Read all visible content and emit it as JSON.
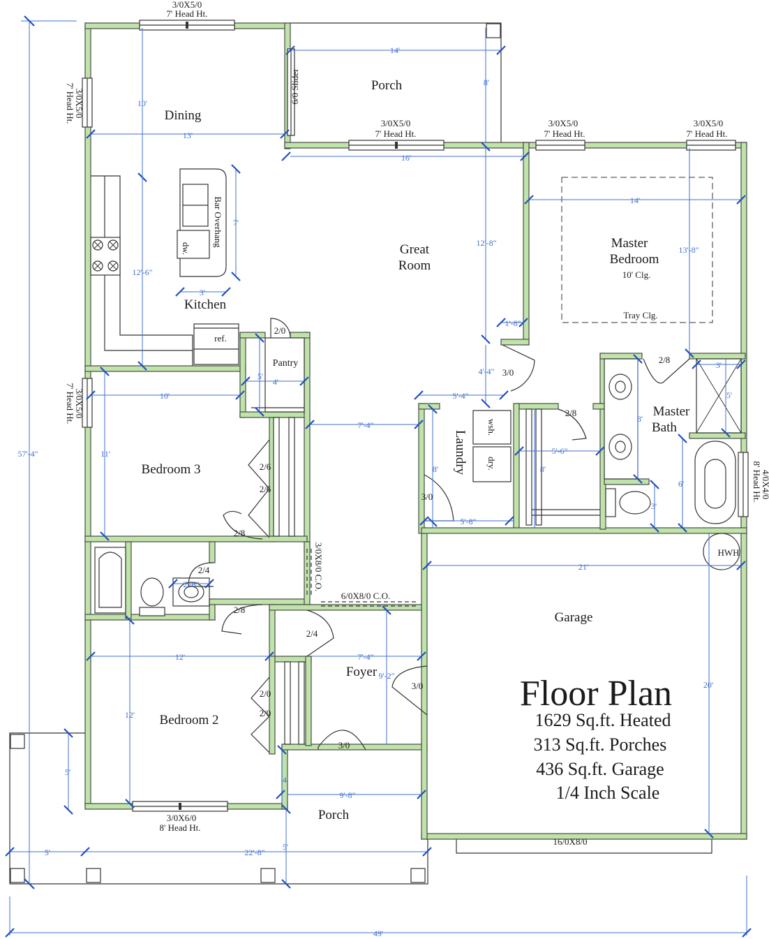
{
  "rooms": {
    "dining": "Dining",
    "porch_top": "Porch",
    "kitchen": "Kitchen",
    "great_room_1": "Great",
    "great_room_2": "Room",
    "master_bedroom_1": "Master",
    "master_bedroom_2": "Bedroom",
    "master_ceiling": "10' Clg.",
    "tray_ceiling": "Tray Clg.",
    "pantry": "Pantry",
    "bedroom3": "Bedroom 3",
    "laundry": "Laundry",
    "master_bath_1": "Master",
    "master_bath_2": "Bath",
    "garage": "Garage",
    "foyer": "Foyer",
    "bedroom2": "Bedroom 2",
    "porch_bottom": "Porch"
  },
  "fixtures": {
    "bar_overhang": "Bar Overhang",
    "dishwasher": "dw.",
    "refrigerator": "ref.",
    "washer": "wsh.",
    "dryer": "dry.",
    "water_heater": "HWH"
  },
  "windows": {
    "w_top_1": "3/0X5/0",
    "w_top_2": "7' Head Ht.",
    "w_left_1": "3/0X5/0",
    "w_left_2": "7' Head Ht.",
    "w_porch_1": "3/0X5/0",
    "w_porch_2": "7' Head Ht.",
    "w_mb1_1": "3/0X5/0",
    "w_mb1_2": "7' Head Ht.",
    "w_mb2_1": "3/0X5/0",
    "w_mb2_2": "7' Head Ht.",
    "w_br3_1": "3/0X5/0",
    "w_br3_2": "7' Head Ht.",
    "w_bath_1": "4/0X4/0",
    "w_bath_2": "8' Head Ht.",
    "w_br2_1": "3/0X6/0",
    "w_br2_2": "8' Head Ht.",
    "slider": "6/0 Slider",
    "co_vertical": "3/0X8/0 C.O.",
    "co_horizontal": "6/0X8/0 C.O.",
    "garage_door": "16/0X8/0"
  },
  "doors": {
    "pantry": "2/0",
    "great_room_exit": "3/0",
    "closet_a": "2/6",
    "closet_b": "2/6",
    "laundry_door": "2/8",
    "master_closet": "2/8",
    "master_bath": "2/8",
    "laundry_exterior": "3/0",
    "br3_door": "2/8",
    "bath_door": "2/4",
    "br2_door": "2/8",
    "foyer_closet": "2/4",
    "garage_entry": "3/0",
    "br2_closet_a": "2/0",
    "br2_closet_b": "2/0",
    "front_door": "3/0"
  },
  "dimensions": {
    "overall_height": "57'-4\"",
    "overall_width": "49'",
    "porch_width": "14'",
    "porch_depth": "8'",
    "dining_width": "13'",
    "dining_depth": "10'",
    "great_room_width": "16'",
    "great_room_depth": "12'-8\"",
    "master_width": "14'",
    "master_depth": "13'-8\"",
    "kitchen_depth": "12'-6\"",
    "island_length": "7'",
    "island_width": "3'",
    "wall_jog": "1'-8\"",
    "hall_depth": "4'-4\"",
    "laundry_width": "5'-4\"",
    "pantry_width": "4'",
    "pantry_depth": "5'",
    "br3_width": "10'",
    "br3_depth": "11'",
    "hall_width": "7'-4\"",
    "laundry_depth": "8'",
    "laundry_inner_width": "5'-8\"",
    "closet_width": "5'-6\"",
    "closet_depth": "8'",
    "bath_vanity": "8'",
    "shower_width": "3'",
    "shower_depth": "5'",
    "tub_length": "6'",
    "toilet_room": "3'",
    "bath_vanity_width": "2'-6\"",
    "garage_width": "21'",
    "garage_depth": "20'",
    "br2_width": "12'",
    "br2_depth": "12'",
    "foyer_width": "7'-4\"",
    "foyer_depth": "9'-2\"",
    "front_porch_depth": "4'",
    "front_porch_width": "9'-8\"",
    "porch_offset": "5'",
    "side_porch_width": "5'",
    "side_porch_depth": "5'",
    "house_front": "22'-8\""
  },
  "summary": {
    "title": "Floor Plan",
    "heated": "1629 Sq.ft. Heated",
    "porches": "313 Sq.ft. Porches",
    "garage": "436 Sq.ft. Garage",
    "scale": "1/4 Inch Scale"
  }
}
